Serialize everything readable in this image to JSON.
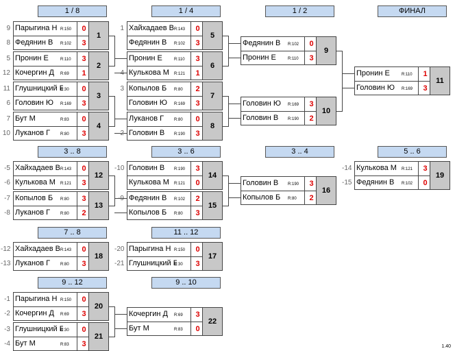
{
  "headers": [
    "1 / 8",
    "1 / 4",
    "1 / 2",
    "ФИНАЛ",
    "3 .. 8",
    "3 .. 6",
    "3 .. 4",
    "5 .. 6",
    "7 .. 8",
    "11 .. 12",
    "9 .. 12",
    "9 .. 10"
  ],
  "matches": [
    {
      "num": "1",
      "p": [
        {
          "name": "Парыгина Н",
          "rating": "R:150",
          "score": "0",
          "seed": "9"
        },
        {
          "name": "Федянин В",
          "rating": "R:102",
          "score": "3",
          "seed": "8"
        }
      ]
    },
    {
      "num": "2",
      "p": [
        {
          "name": "Пронин Е",
          "rating": "R:110",
          "score": "3",
          "seed": "5"
        },
        {
          "name": "Кочергин Д",
          "rating": "R:69",
          "score": "1",
          "seed": "12"
        }
      ]
    },
    {
      "num": "3",
      "p": [
        {
          "name": "Глушницкий Е",
          "rating": "R:30",
          "score": "0",
          "seed": "11"
        },
        {
          "name": "Головин Ю",
          "rating": "R:169",
          "score": "3",
          "seed": "6"
        }
      ]
    },
    {
      "num": "4",
      "p": [
        {
          "name": "Бут М",
          "rating": "R:83",
          "score": "0",
          "seed": "7"
        },
        {
          "name": "Луканов Г",
          "rating": "R:80",
          "score": "3",
          "seed": "10"
        }
      ]
    },
    {
      "num": "5",
      "p": [
        {
          "name": "Хайхадаев В",
          "rating": "R:143",
          "score": "0",
          "seed": "1"
        },
        {
          "name": "Федянин В",
          "rating": "R:102",
          "score": "3",
          "seed": ""
        }
      ]
    },
    {
      "num": "6",
      "p": [
        {
          "name": "Пронин Е",
          "rating": "R:110",
          "score": "3",
          "seed": ""
        },
        {
          "name": "Кулькова М",
          "rating": "R:121",
          "score": "1",
          "seed": "4"
        }
      ]
    },
    {
      "num": "7",
      "p": [
        {
          "name": "Копылов Б",
          "rating": "R:80",
          "score": "2",
          "seed": "3"
        },
        {
          "name": "Головин Ю",
          "rating": "R:169",
          "score": "3",
          "seed": ""
        }
      ]
    },
    {
      "num": "8",
      "p": [
        {
          "name": "Луканов Г",
          "rating": "R:80",
          "score": "0",
          "seed": ""
        },
        {
          "name": "Головин В",
          "rating": "R:190",
          "score": "3",
          "seed": "2"
        }
      ]
    },
    {
      "num": "9",
      "p": [
        {
          "name": "Федянин В",
          "rating": "R:102",
          "score": "0",
          "seed": ""
        },
        {
          "name": "Пронин Е",
          "rating": "R:110",
          "score": "3",
          "seed": ""
        }
      ]
    },
    {
      "num": "10",
      "p": [
        {
          "name": "Головин Ю",
          "rating": "R:169",
          "score": "3",
          "seed": ""
        },
        {
          "name": "Головин В",
          "rating": "R:190",
          "score": "2",
          "seed": ""
        }
      ]
    },
    {
      "num": "11",
      "p": [
        {
          "name": "Пронин Е",
          "rating": "R:110",
          "score": "1",
          "seed": ""
        },
        {
          "name": "Головин Ю",
          "rating": "R:169",
          "score": "3",
          "seed": ""
        }
      ]
    },
    {
      "num": "12",
      "p": [
        {
          "name": "Хайхадаев В",
          "rating": "R:143",
          "score": "0",
          "seed": "-5"
        },
        {
          "name": "Кулькова М",
          "rating": "R:121",
          "score": "3",
          "seed": "-6"
        }
      ]
    },
    {
      "num": "13",
      "p": [
        {
          "name": "Копылов Б",
          "rating": "R:80",
          "score": "3",
          "seed": "-7"
        },
        {
          "name": "Луканов Г",
          "rating": "R:80",
          "score": "2",
          "seed": "-8"
        }
      ]
    },
    {
      "num": "14",
      "p": [
        {
          "name": "Головин В",
          "rating": "R:190",
          "score": "3",
          "seed": "-10"
        },
        {
          "name": "Кулькова М",
          "rating": "R:121",
          "score": "0",
          "seed": ""
        }
      ]
    },
    {
      "num": "15",
      "p": [
        {
          "name": "Федянин В",
          "rating": "R:102",
          "score": "2",
          "seed": "-9"
        },
        {
          "name": "Копылов Б",
          "rating": "R:80",
          "score": "3",
          "seed": ""
        }
      ]
    },
    {
      "num": "16",
      "p": [
        {
          "name": "Головин В",
          "rating": "R:190",
          "score": "3",
          "seed": ""
        },
        {
          "name": "Копылов Б",
          "rating": "R:80",
          "score": "2",
          "seed": ""
        }
      ]
    },
    {
      "num": "17",
      "p": [
        {
          "name": "Парыгина Н",
          "rating": "R:150",
          "score": "0",
          "seed": "-20"
        },
        {
          "name": "Глушницкий Е",
          "rating": "R:30",
          "score": "3",
          "seed": "-21"
        }
      ]
    },
    {
      "num": "18",
      "p": [
        {
          "name": "Хайхадаев В",
          "rating": "R:143",
          "score": "0",
          "seed": "-12"
        },
        {
          "name": "Луканов Г",
          "rating": "R:80",
          "score": "3",
          "seed": "-13"
        }
      ]
    },
    {
      "num": "19",
      "p": [
        {
          "name": "Кулькова М",
          "rating": "R:121",
          "score": "3",
          "seed": "-14"
        },
        {
          "name": "Федянин В",
          "rating": "R:102",
          "score": "0",
          "seed": "-15"
        }
      ]
    },
    {
      "num": "20",
      "p": [
        {
          "name": "Парыгина Н",
          "rating": "R:150",
          "score": "0",
          "seed": "-1"
        },
        {
          "name": "Кочергин Д",
          "rating": "R:69",
          "score": "3",
          "seed": "-2"
        }
      ]
    },
    {
      "num": "21",
      "p": [
        {
          "name": "Глушницкий Е",
          "rating": "R:30",
          "score": "0",
          "seed": "-3"
        },
        {
          "name": "Бут М",
          "rating": "R:83",
          "score": "3",
          "seed": "-4"
        }
      ]
    },
    {
      "num": "22",
      "p": [
        {
          "name": "Кочергин Д",
          "rating": "R:69",
          "score": "3",
          "seed": ""
        },
        {
          "name": "Бут М",
          "rating": "R:83",
          "score": "0",
          "seed": ""
        }
      ]
    }
  ],
  "version": "1.40"
}
